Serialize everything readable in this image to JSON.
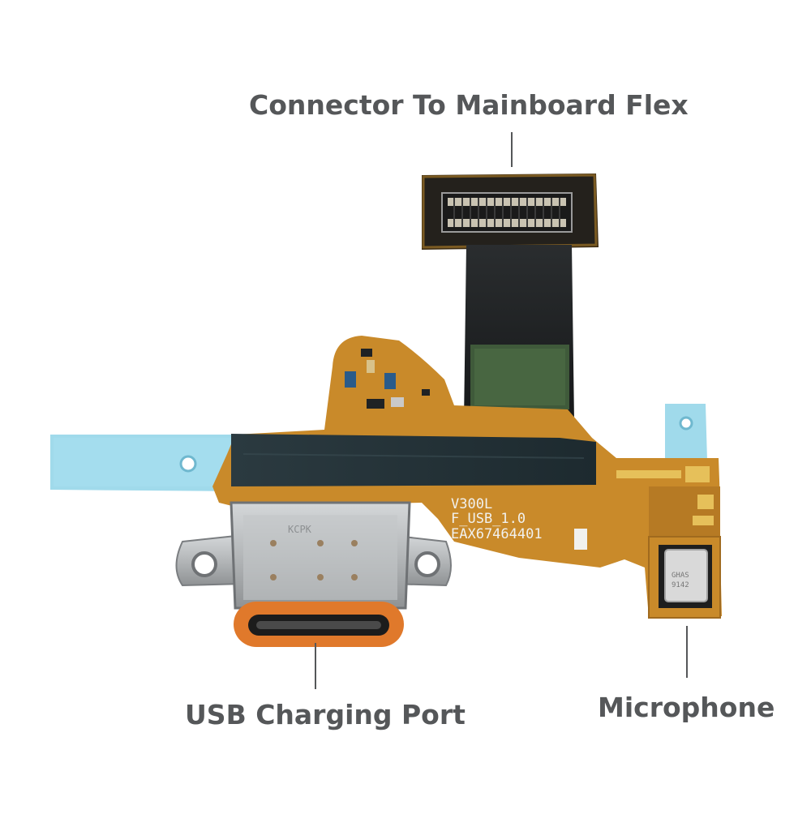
{
  "callouts": {
    "connector": "Connector To Mainboard Flex",
    "usb_port": "USB Charging Port",
    "microphone": "Microphone"
  },
  "board_markings": {
    "line1": "V300L",
    "line2": "F_USB_1.0",
    "line3": "EAX67464401",
    "port_mark": "KCPK",
    "mic_mark1": "GHAS",
    "mic_mark2": "9142"
  },
  "colors": {
    "label_text": "#555759",
    "flex_pcb": "#c98a2a",
    "flex_dark": "#1f2224",
    "stiffener_blue": "#8fd3e8",
    "metal_shell": "#b9bcbe",
    "gasket_orange": "#e0792b"
  }
}
